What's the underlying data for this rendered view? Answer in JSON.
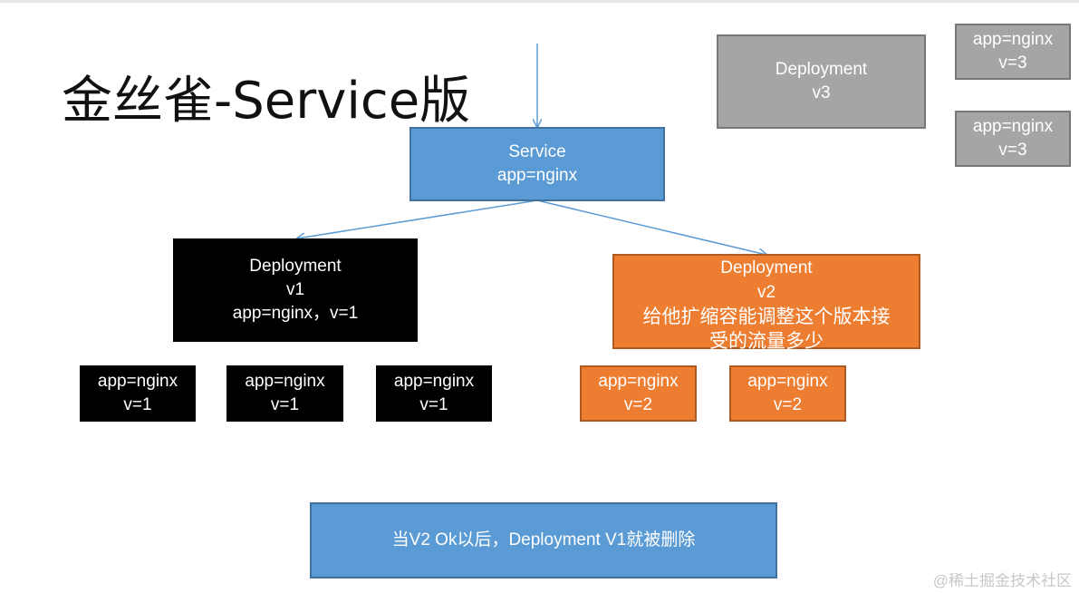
{
  "title": "金丝雀-Service版",
  "service": {
    "line1": "Service",
    "line2": "app=nginx"
  },
  "deployment_v1": {
    "line1": "Deployment",
    "line2": "v1",
    "line3": "app=nginx，v=1"
  },
  "deployment_v2": {
    "line1": "Deployment",
    "line2": "v2",
    "line3": "给他扩缩容能调整这个版本接",
    "line4": "受的流量多少"
  },
  "deployment_v3": {
    "line1": "Deployment",
    "line2": "v3"
  },
  "pods_v1": [
    {
      "line1": "app=nginx",
      "line2": "v=1"
    },
    {
      "line1": "app=nginx",
      "line2": "v=1"
    },
    {
      "line1": "app=nginx",
      "line2": "v=1"
    }
  ],
  "pods_v2": [
    {
      "line1": "app=nginx",
      "line2": "v=2"
    },
    {
      "line1": "app=nginx",
      "line2": "v=2"
    }
  ],
  "pods_v3": [
    {
      "line1": "app=nginx",
      "line2": "v=3"
    },
    {
      "line1": "app=nginx",
      "line2": "v=3"
    }
  ],
  "note": "当V2 Ok以后，Deployment V1就被删除",
  "watermark": "@稀土掘金技术社区",
  "colors": {
    "blue": "#5b9bd5",
    "black": "#000000",
    "orange": "#ed7d31",
    "gray": "#a5a5a5",
    "arrow": "#5b9bd5"
  }
}
